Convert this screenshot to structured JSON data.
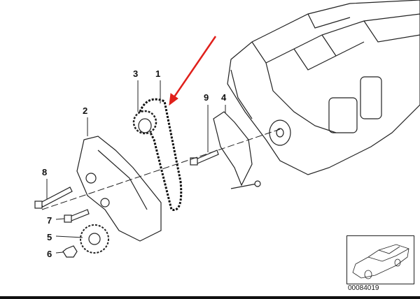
{
  "diagram": {
    "part_labels": [
      "1",
      "2",
      "3",
      "4",
      "5",
      "6",
      "7",
      "8",
      "9"
    ],
    "reference_code": "00084019",
    "arrow_color": "#e0201b"
  }
}
